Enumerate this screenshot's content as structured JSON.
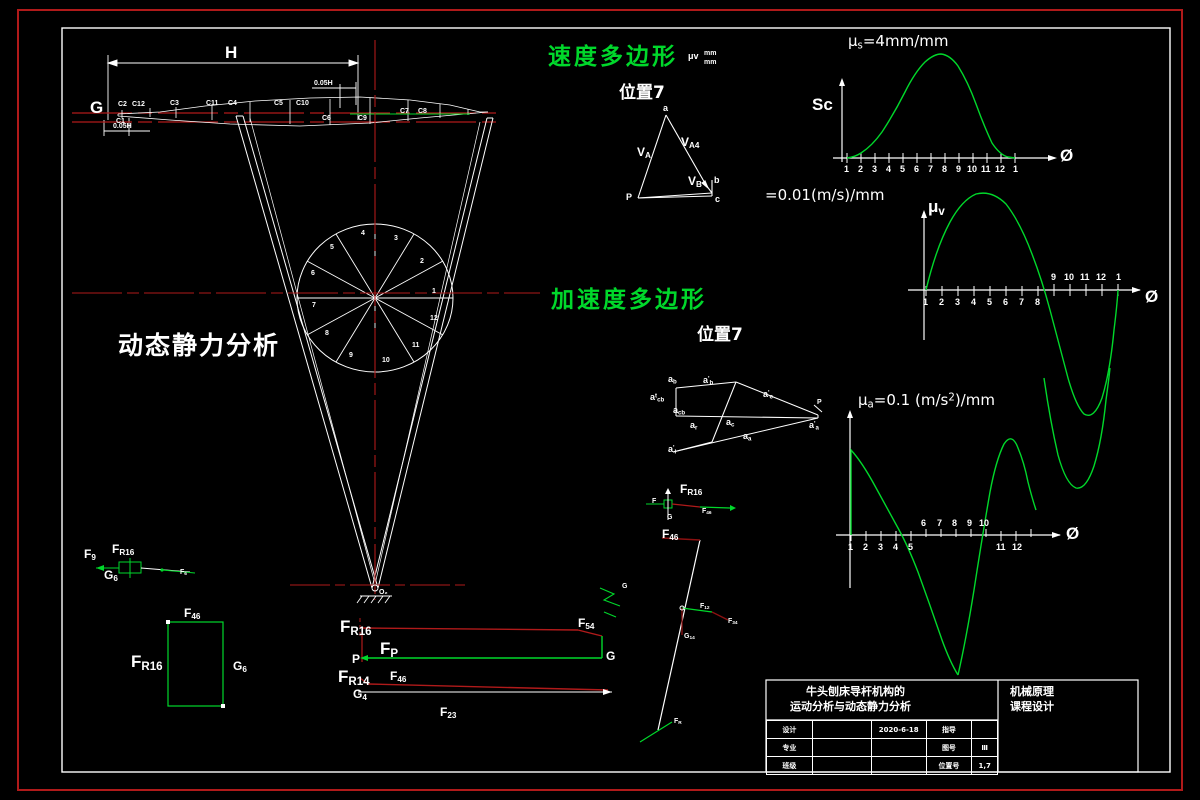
{
  "drawing": {
    "background": "#000000",
    "colors": {
      "white": "#ffffff",
      "green": "#00d82b",
      "red": "#b01a1a",
      "dark_red": "#8b1111"
    },
    "main_heading": "动态静力分析",
    "velocity_heading": "速度多边形",
    "velocity_sub": "位置7",
    "velocity_unit_mu": "μv",
    "velocity_unit_frac_top": "mm",
    "velocity_unit_frac_bot": "mm",
    "accel_heading": "加速度多边形",
    "accel_sub": "位置7"
  },
  "charts": {
    "displacement": {
      "scale_label": "μs=4mm/mm",
      "ylabel": "Sc",
      "xlabel": "Ø",
      "ticks": [
        "1",
        "2",
        "3",
        "4",
        "5",
        "6",
        "7",
        "8",
        "9",
        "10",
        "11",
        "12",
        "1"
      ]
    },
    "velocity": {
      "scale_label": "=0.01(m/s)/mm",
      "ylabel": "μv",
      "xlabel": "Ø",
      "ticks_below": [
        "1",
        "2",
        "3",
        "4",
        "5",
        "6",
        "7",
        "8"
      ],
      "ticks_above": [
        "9",
        "10",
        "11",
        "12",
        "1"
      ]
    },
    "acceleration": {
      "scale_label": "μa=0.1 (m/s²)/mm",
      "xlabel": "Ø",
      "ticks_below": [
        "1",
        "2",
        "3",
        "4",
        "5",
        "11",
        "12"
      ],
      "ticks_above": [
        "6",
        "7",
        "8",
        "9",
        "10"
      ]
    }
  },
  "chart_data": [
    {
      "type": "line",
      "title": "μs=4mm/mm",
      "ylabel": "Sc",
      "xlabel": "Ø",
      "x": [
        1,
        2,
        3,
        4,
        5,
        6,
        7,
        8,
        9,
        10,
        11,
        12,
        13
      ],
      "values": [
        0,
        2,
        14,
        34,
        56,
        76,
        91,
        98,
        93,
        72,
        40,
        10,
        0
      ],
      "ylim": [
        0,
        100
      ],
      "grid": false,
      "legend": "none"
    },
    {
      "type": "line",
      "title": "=0.01(m/s)/mm",
      "ylabel": "μv",
      "xlabel": "Ø",
      "x": [
        1,
        2,
        3,
        4,
        5,
        6,
        7,
        8,
        9,
        10,
        11,
        12,
        13
      ],
      "values": [
        0,
        52,
        86,
        100,
        97,
        76,
        42,
        0,
        -62,
        -112,
        -118,
        -70,
        0
      ],
      "ylim": [
        -130,
        110
      ],
      "grid": false,
      "legend": "none"
    },
    {
      "type": "line",
      "title": "μa=0.1 (m/s²)/mm",
      "xlabel": "Ø",
      "x": [
        1,
        2,
        3,
        4,
        5,
        6,
        7,
        8,
        9,
        10,
        11,
        12,
        13
      ],
      "values": [
        72,
        50,
        30,
        12,
        -4,
        -30,
        -62,
        -88,
        -70,
        20,
        76,
        -60,
        72
      ],
      "ylim": [
        -100,
        100
      ],
      "grid": false,
      "legend": "none"
    }
  ],
  "mechanism": {
    "dim_H": "H",
    "dim_G": "G",
    "dim_small_top": "0.05H",
    "dim_small_bot": "0.05H",
    "origin_label": "O₂",
    "crank_positions": [
      "1",
      "2",
      "3",
      "4",
      "5",
      "6",
      "7",
      "8",
      "9",
      "10",
      "11",
      "12"
    ],
    "c_points": [
      "C1",
      "C2",
      "C12",
      "C3",
      "C11",
      "C4",
      "C5",
      "C10",
      "C6",
      "C9",
      "C7",
      "C8"
    ]
  },
  "velocity_polygon": {
    "vertices": [
      "a",
      "b",
      "c",
      "P"
    ],
    "vectors": [
      "V",
      "V",
      "V"
    ],
    "v_a": "VA",
    "v_a4": "VA4",
    "v_b": "VB"
  },
  "accel_polygon": {
    "labels": [
      "ab",
      "a'b",
      "aᵗcb",
      "aⁿcb",
      "ar",
      "ac",
      "a'c",
      "aa",
      "a'a",
      "a'i",
      "P"
    ]
  },
  "force_diagrams": {
    "left_top": {
      "f9": "F9",
      "fr16": "FR16",
      "g6": "G6",
      "f6": "F6"
    },
    "left_rect": {
      "f46": "F46",
      "fr16": "FR16",
      "g6": "G6"
    },
    "bottom_left": {
      "fr16": "FR16",
      "fp": "FP",
      "p": "P",
      "f54": "F54",
      "g": "G",
      "fr14": "FR14",
      "f46": "F46",
      "g4": "G4",
      "f23": "F23"
    },
    "mid": {
      "fr16": "FR16",
      "f": "F",
      "g": "G",
      "f46": "F46",
      "f54": "F54",
      "f34": "F34"
    },
    "right_small": {
      "g": "G"
    }
  },
  "title_block": {
    "main_title_line1": "牛头刨床导杆机构的",
    "main_title_line2": "运动分析与动态静力分析",
    "right_line1": "机械原理",
    "right_line2": "课程设计",
    "rows": [
      {
        "label": "设计",
        "value": "",
        "date": "2020-6-18",
        "field": "指导",
        "val2": ""
      },
      {
        "label": "专业",
        "value": "",
        "date": "",
        "field": "图号",
        "val2": "Ⅲ"
      },
      {
        "label": "班级",
        "value": "",
        "date": "",
        "field": "位置号",
        "val2": "1,7"
      }
    ]
  }
}
